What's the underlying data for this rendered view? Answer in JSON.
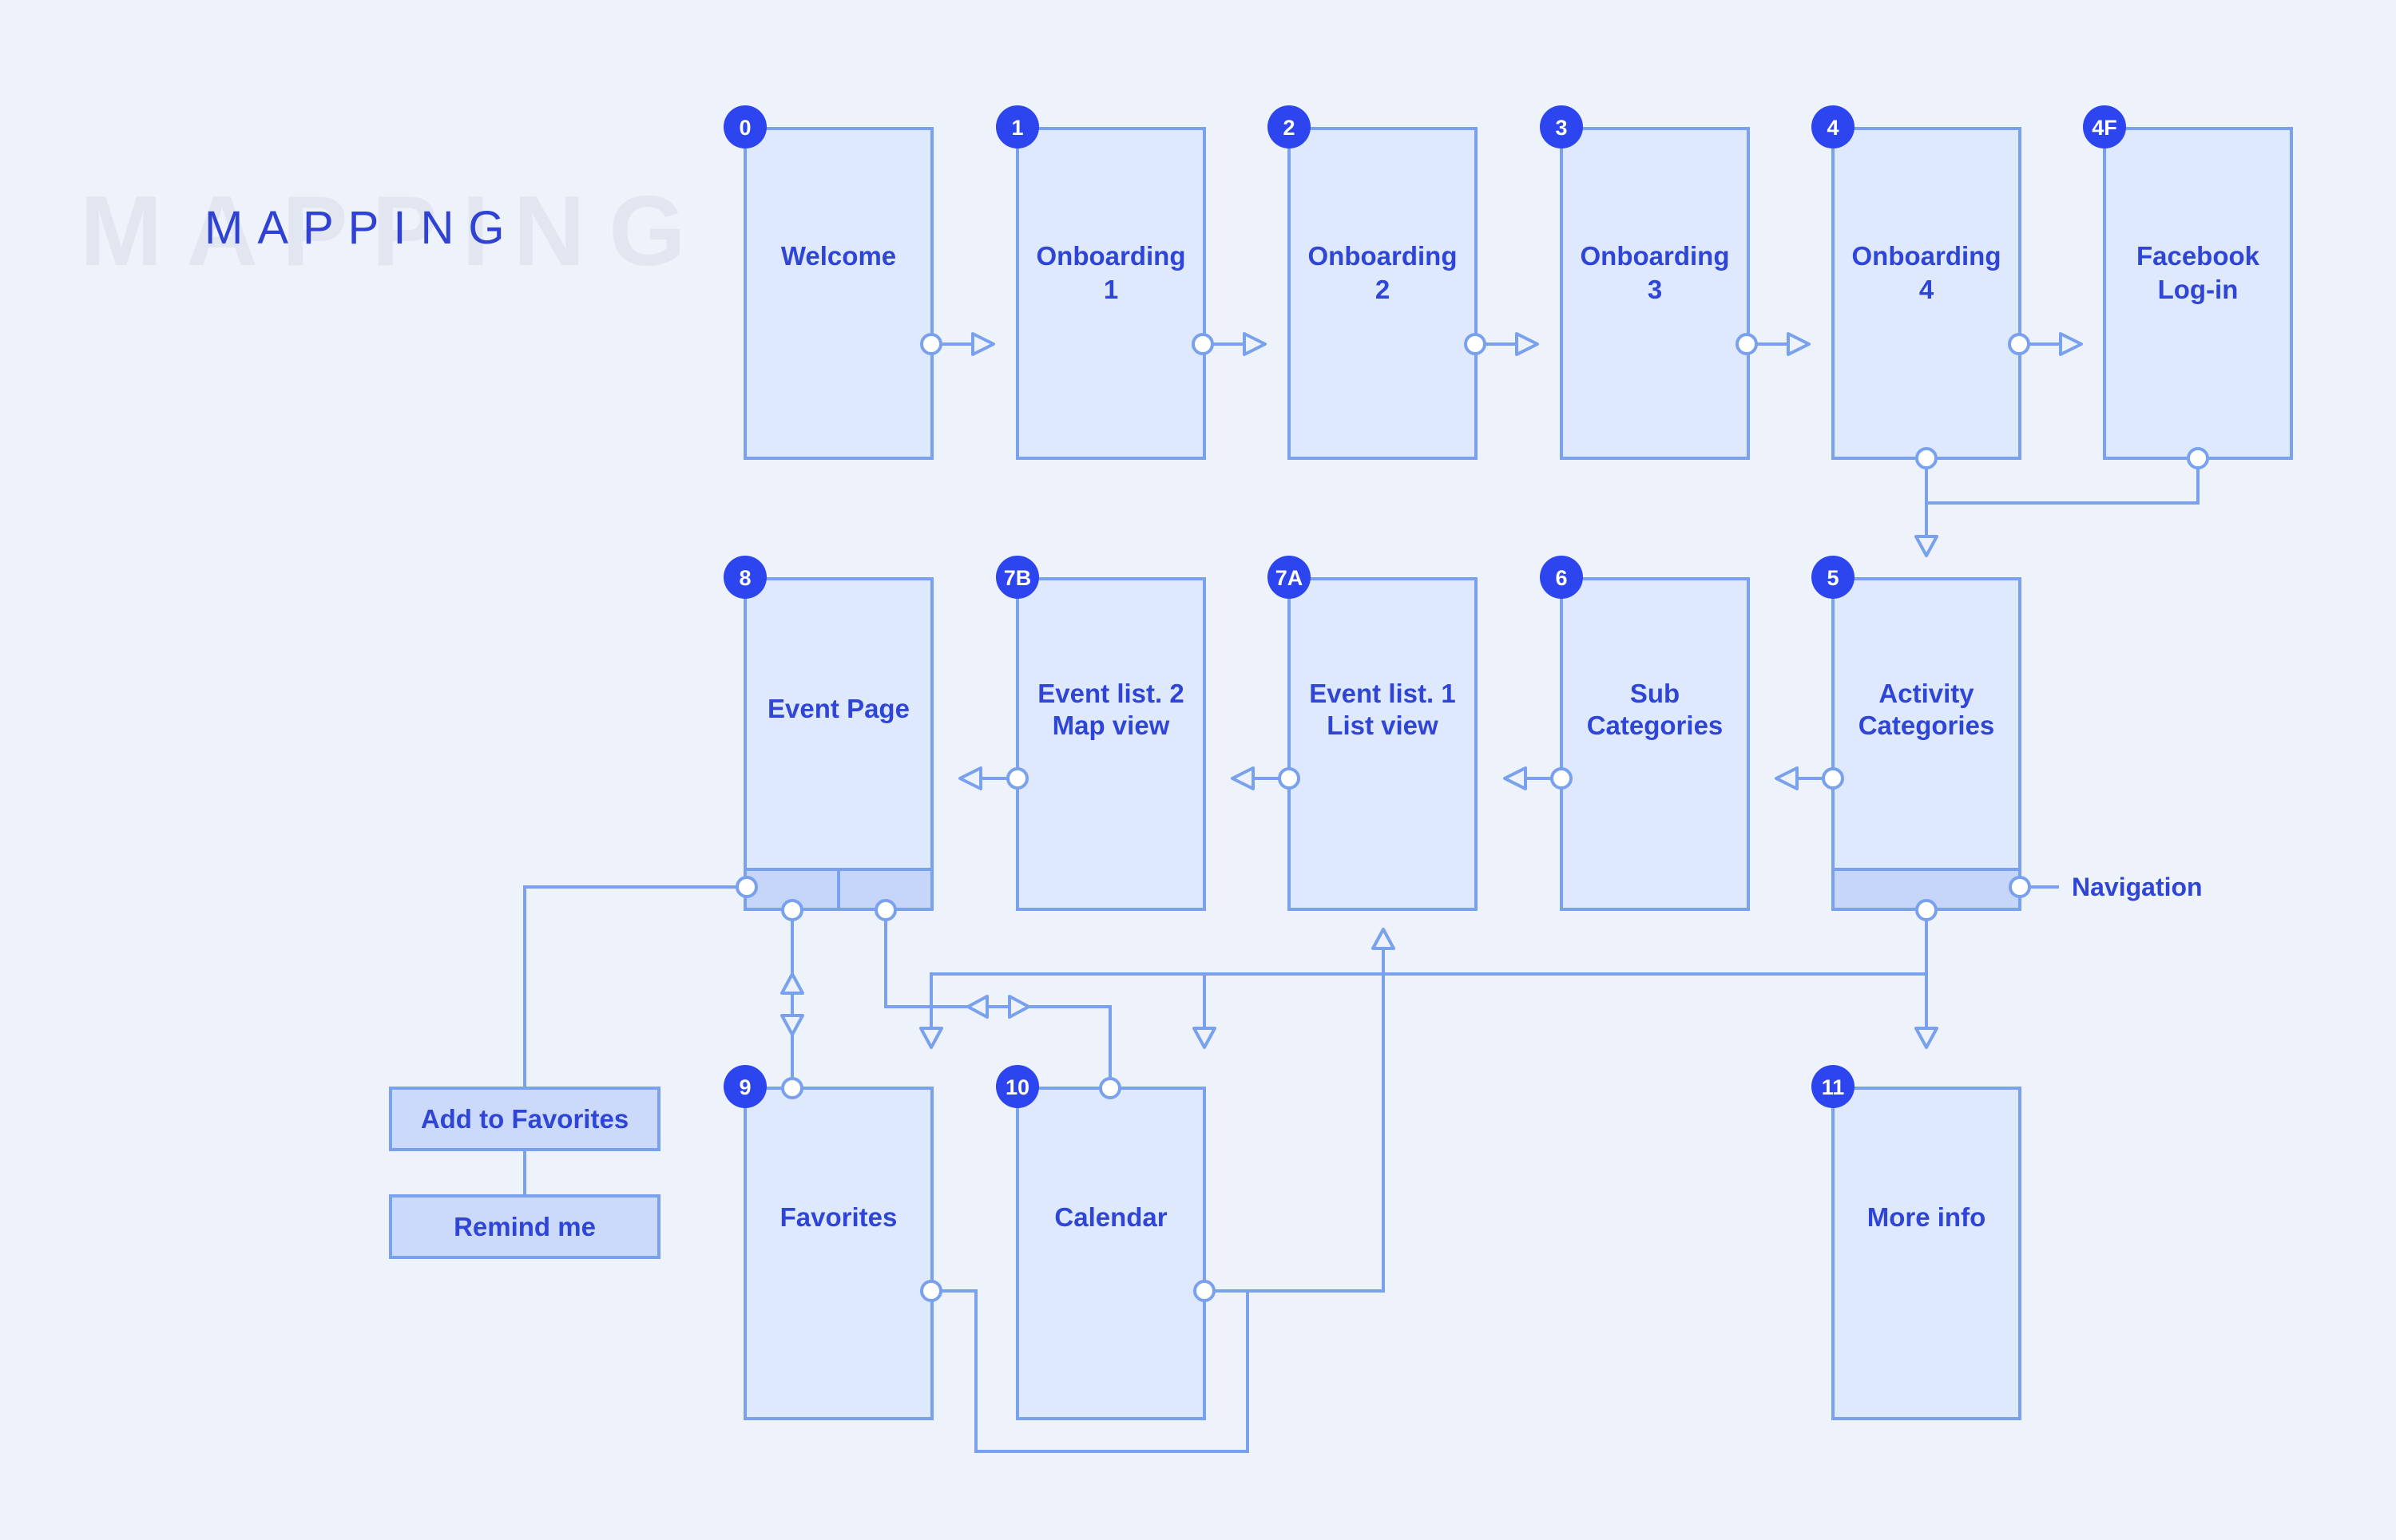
{
  "title": "MAPPING",
  "screens": [
    {
      "id": "welcome",
      "badge": "0",
      "lines": [
        "Welcome"
      ]
    },
    {
      "id": "onboarding-1",
      "badge": "1",
      "lines": [
        "Onboarding",
        "1"
      ]
    },
    {
      "id": "onboarding-2",
      "badge": "2",
      "lines": [
        "Onboarding",
        "2"
      ]
    },
    {
      "id": "onboarding-3",
      "badge": "3",
      "lines": [
        "Onboarding",
        "3"
      ]
    },
    {
      "id": "onboarding-4",
      "badge": "4",
      "lines": [
        "Onboarding",
        "4"
      ]
    },
    {
      "id": "facebook-login",
      "badge": "4F",
      "lines": [
        "Facebook",
        "Log-in"
      ]
    },
    {
      "id": "event-page",
      "badge": "8",
      "lines": [
        "Event Page"
      ]
    },
    {
      "id": "event-list-map",
      "badge": "7B",
      "lines": [
        "Event list. 2",
        "Map view"
      ]
    },
    {
      "id": "event-list-list",
      "badge": "7A",
      "lines": [
        "Event list. 1",
        "List view"
      ]
    },
    {
      "id": "sub-categories",
      "badge": "6",
      "lines": [
        "Sub",
        "Categories"
      ]
    },
    {
      "id": "activity-categories",
      "badge": "5",
      "lines": [
        "Activity",
        "Categories"
      ]
    },
    {
      "id": "favorites",
      "badge": "9",
      "lines": [
        "Favorites"
      ]
    },
    {
      "id": "calendar",
      "badge": "10",
      "lines": [
        "Calendar"
      ]
    },
    {
      "id": "more-info",
      "badge": "11",
      "lines": [
        "More info"
      ]
    }
  ],
  "navigation_label": "Navigation",
  "actions": {
    "add_to_favorites": "Add to Favorites",
    "remind_me": "Remind me"
  },
  "colors": {
    "background": "#eef2fa",
    "card_fill": "#dfe9fd",
    "card_stroke": "#7aa1ee",
    "badge": "#2d45ee",
    "text": "#2f45d6"
  }
}
